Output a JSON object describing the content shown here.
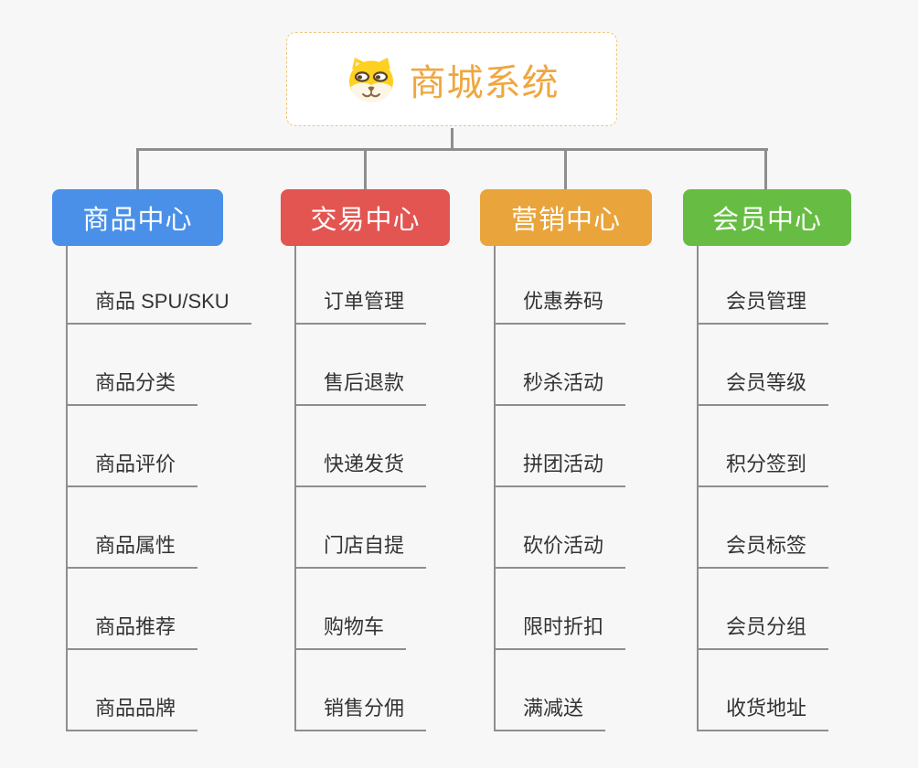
{
  "root": {
    "title": "商城系统",
    "icon": "dog-face-icon",
    "title_color": "#f0a63f",
    "border_color": "#f1c77e"
  },
  "branches": [
    {
      "label": "商品中心",
      "color": "#4a90e8",
      "children": [
        "商品 SPU/SKU",
        "商品分类",
        "商品评价",
        "商品属性",
        "商品推荐",
        "商品品牌"
      ]
    },
    {
      "label": "交易中心",
      "color": "#e25551",
      "children": [
        "订单管理",
        "售后退款",
        "快递发货",
        "门店自提",
        "购物车",
        "销售分佣"
      ]
    },
    {
      "label": "营销中心",
      "color": "#e9a43b",
      "children": [
        "优惠券码",
        "秒杀活动",
        "拼团活动",
        "砍价活动",
        "限时折扣",
        "满减送"
      ]
    },
    {
      "label": "会员中心",
      "color": "#67bd44",
      "children": [
        "会员管理",
        "会员等级",
        "积分签到",
        "会员标签",
        "会员分组",
        "收货地址"
      ]
    }
  ],
  "connector_color": "#8e8e8e",
  "background_color": "#f7f7f7"
}
